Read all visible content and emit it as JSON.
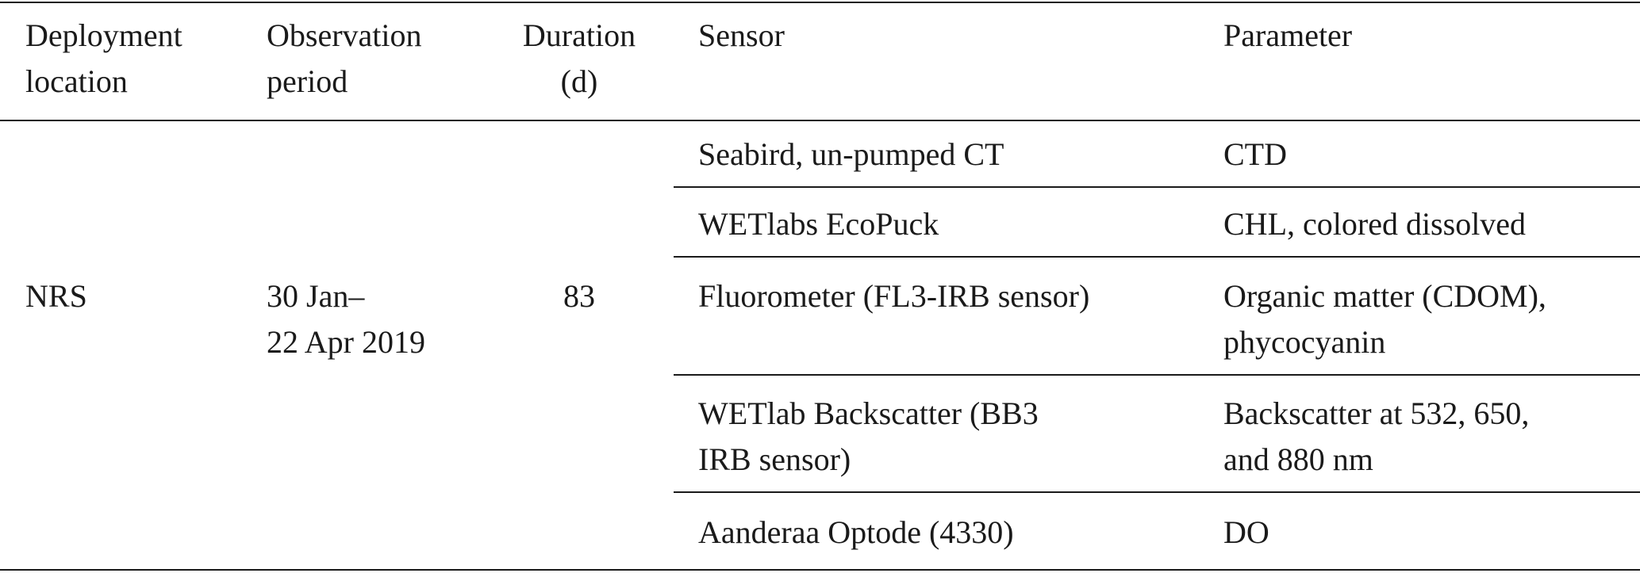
{
  "headers": {
    "location": [
      "Deployment",
      "location"
    ],
    "period": [
      "Observation",
      "period"
    ],
    "duration": [
      "Duration",
      "(d)"
    ],
    "sensor": "Sensor",
    "parameter": "Parameter"
  },
  "row": {
    "location": "NRS",
    "period": [
      "30 Jan–",
      "22 Apr 2019"
    ],
    "duration": "83",
    "sensors": [
      {
        "sensor": [
          "Seabird, un-pumped CT"
        ],
        "parameter": [
          "CTD"
        ]
      },
      {
        "sensor": [
          "WETlabs EcoPuck"
        ],
        "parameter": [
          "CHL, colored dissolved"
        ]
      },
      {
        "sensor": [
          "Fluorometer (FL3-IRB sensor)"
        ],
        "parameter": [
          "Organic matter (CDOM),",
          "phycocyanin"
        ]
      },
      {
        "sensor": [
          "WETlab Backscatter (BB3",
          "IRB sensor)"
        ],
        "parameter": [
          "Backscatter at 532, 650,",
          "and 880 nm"
        ]
      },
      {
        "sensor": [
          "Aanderaa Optode (4330)"
        ],
        "parameter": [
          "DO"
        ]
      }
    ]
  }
}
